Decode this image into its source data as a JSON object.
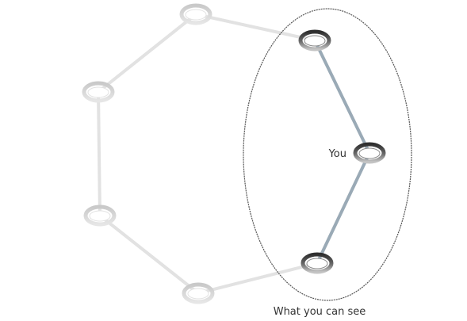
{
  "labels": {
    "you": "You",
    "visible_region": "What you can see"
  },
  "colors": {
    "faded_node": "#d6d6d6",
    "faded_edge": "#e2e2e2",
    "active_node_dark": "#3c3c3c",
    "active_node_light": "#bdbdbd",
    "active_edge": "#9aaab6",
    "ellipse_stroke": "#555555",
    "label_text": "#333333"
  },
  "nodes": [
    {
      "id": "n1",
      "state": "faded"
    },
    {
      "id": "n2",
      "state": "active"
    },
    {
      "id": "n3",
      "state": "active",
      "is_self": true
    },
    {
      "id": "n4",
      "state": "active"
    },
    {
      "id": "n5",
      "state": "faded"
    },
    {
      "id": "n6",
      "state": "faded"
    },
    {
      "id": "n7",
      "state": "faded"
    }
  ],
  "edges": [
    {
      "from": "n1",
      "to": "n2",
      "state": "faded"
    },
    {
      "from": "n2",
      "to": "n3",
      "state": "active"
    },
    {
      "from": "n3",
      "to": "n4",
      "state": "active"
    },
    {
      "from": "n4",
      "to": "n5",
      "state": "faded"
    },
    {
      "from": "n5",
      "to": "n6",
      "state": "faded"
    },
    {
      "from": "n6",
      "to": "n7",
      "state": "faded"
    },
    {
      "from": "n7",
      "to": "n1",
      "state": "faded"
    }
  ]
}
